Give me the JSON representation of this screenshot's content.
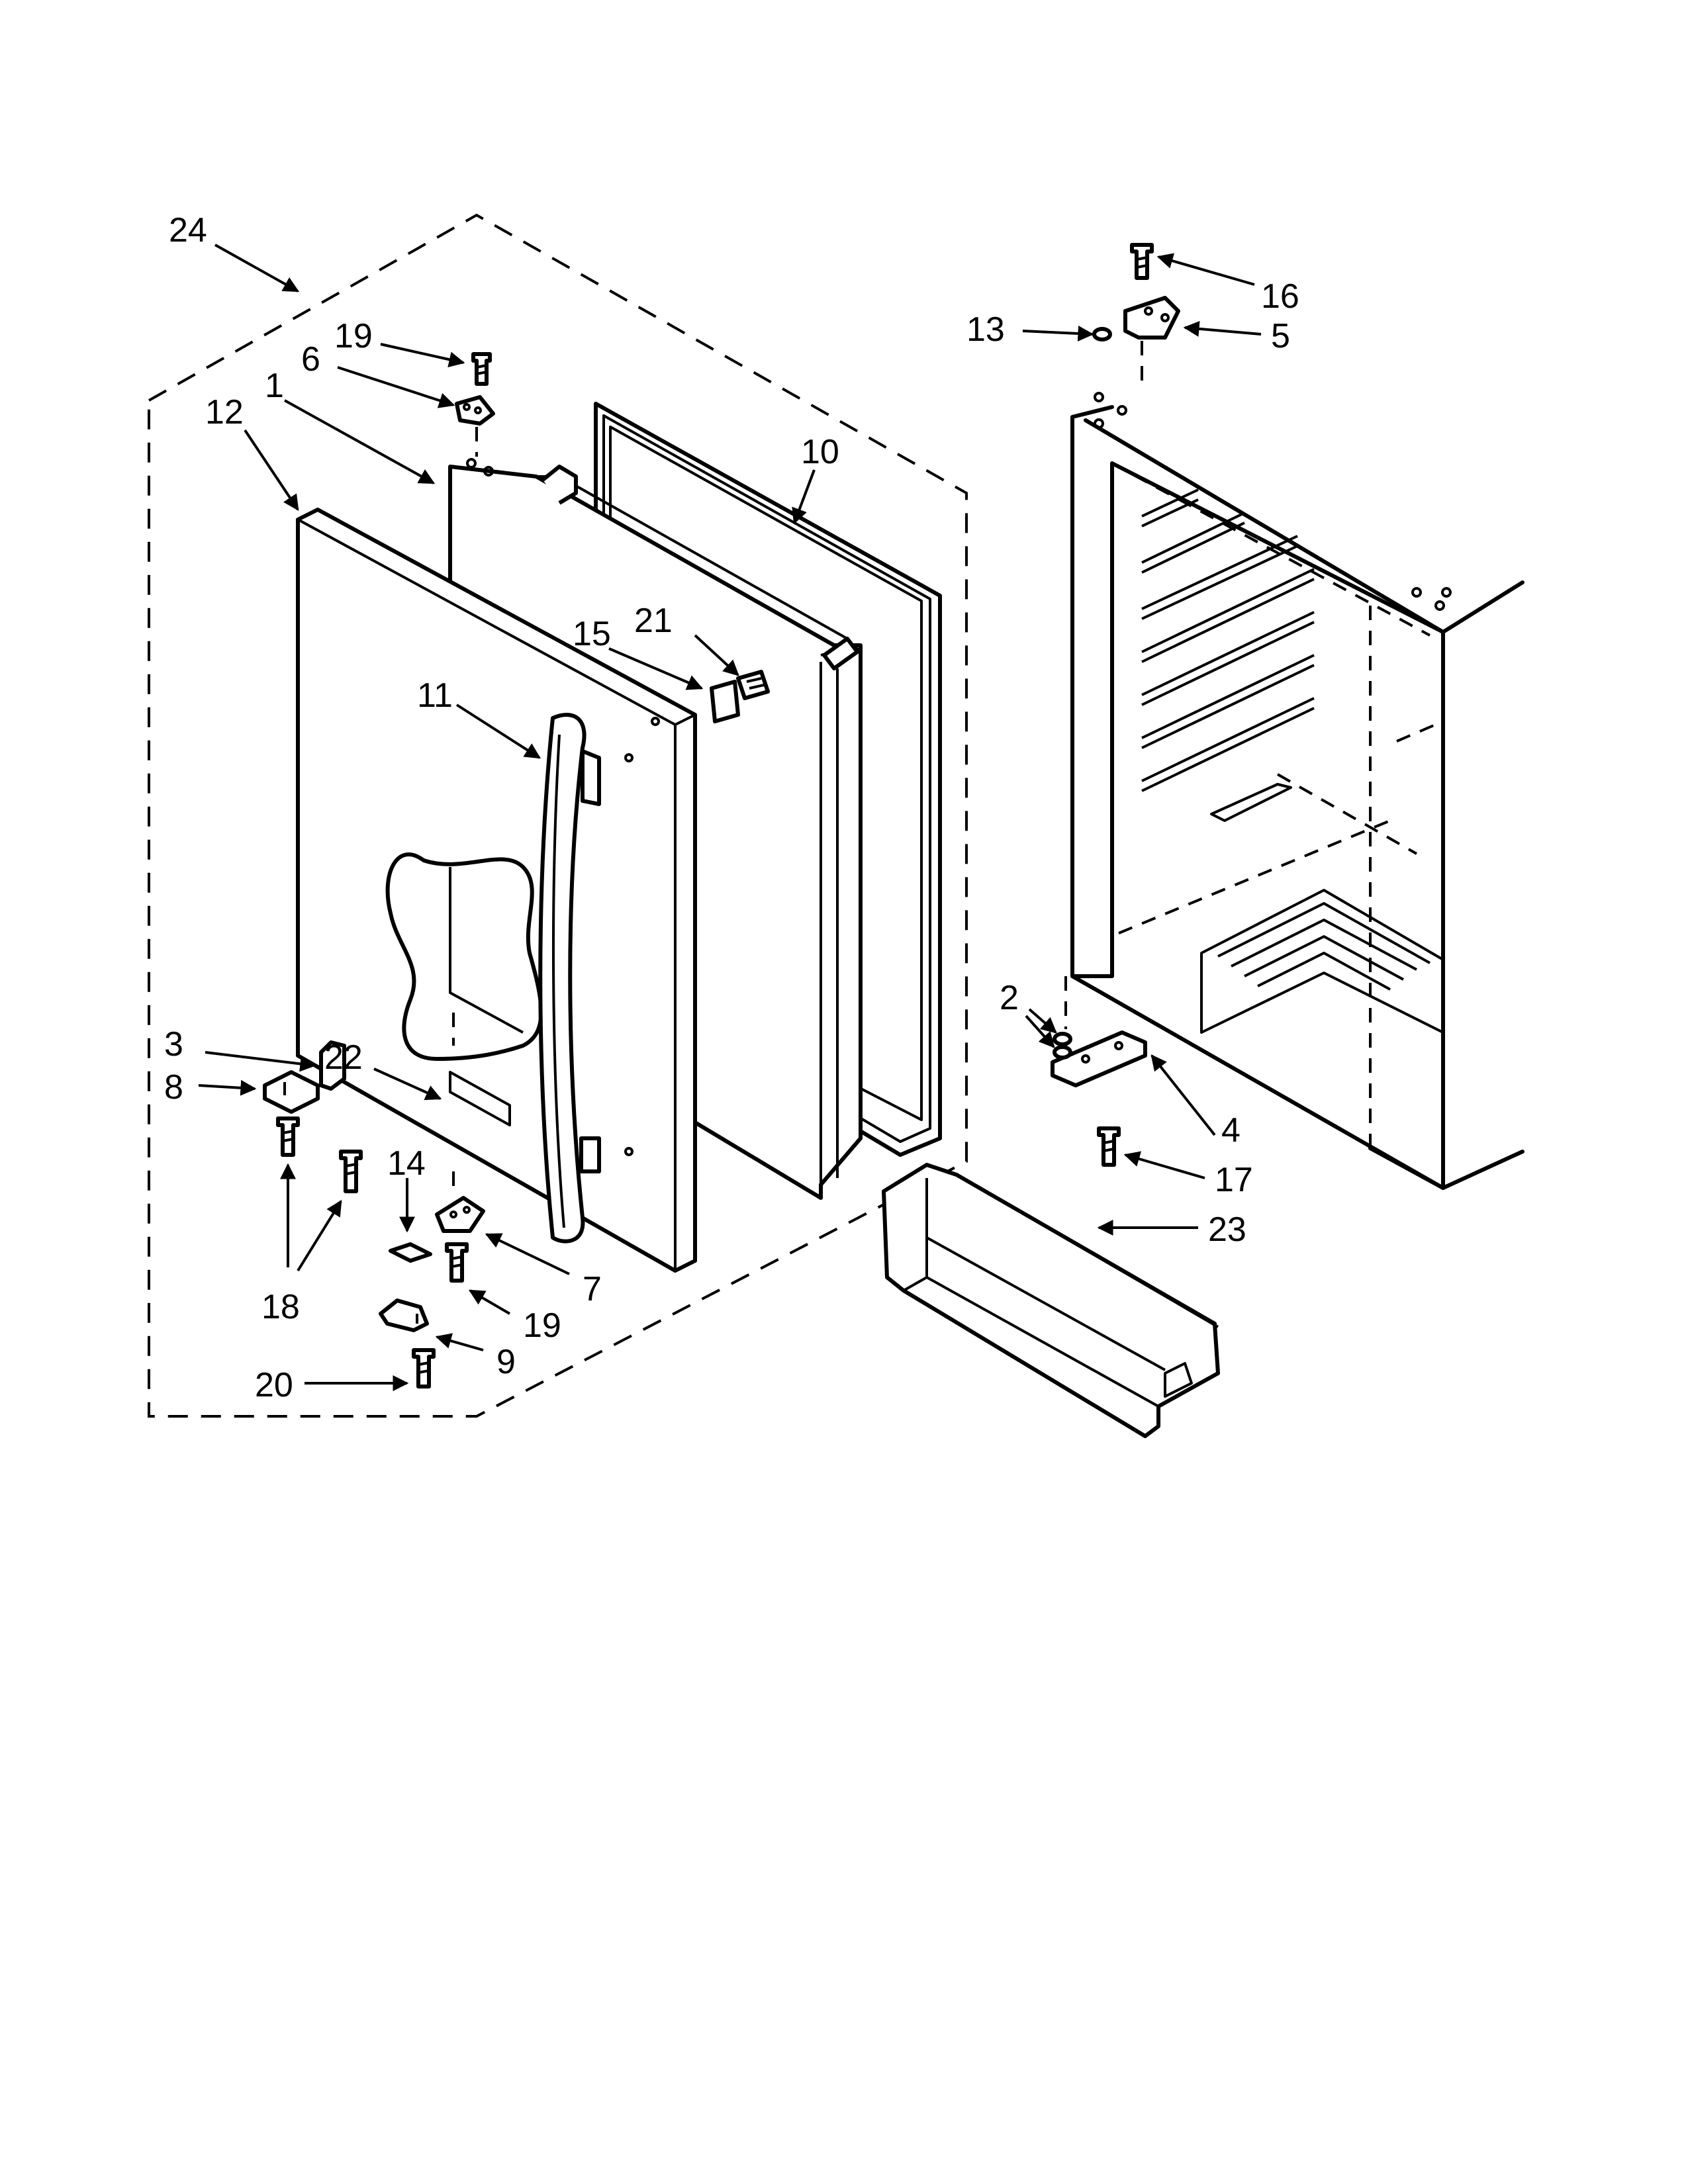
{
  "callouts": [
    {
      "id": "c24",
      "label": "24"
    },
    {
      "id": "c19a",
      "label": "19"
    },
    {
      "id": "c6",
      "label": "6"
    },
    {
      "id": "c1",
      "label": "1"
    },
    {
      "id": "c12",
      "label": "12"
    },
    {
      "id": "c10",
      "label": "10"
    },
    {
      "id": "c15",
      "label": "15"
    },
    {
      "id": "c21",
      "label": "21"
    },
    {
      "id": "c11",
      "label": "11"
    },
    {
      "id": "c22",
      "label": "22"
    },
    {
      "id": "c3",
      "label": "3"
    },
    {
      "id": "c8",
      "label": "8"
    },
    {
      "id": "c14",
      "label": "14"
    },
    {
      "id": "c18",
      "label": "18"
    },
    {
      "id": "c7",
      "label": "7"
    },
    {
      "id": "c19b",
      "label": "19"
    },
    {
      "id": "c9",
      "label": "9"
    },
    {
      "id": "c20",
      "label": "20"
    },
    {
      "id": "c16",
      "label": "16"
    },
    {
      "id": "c5",
      "label": "5"
    },
    {
      "id": "c13",
      "label": "13"
    },
    {
      "id": "c2",
      "label": "2"
    },
    {
      "id": "c4",
      "label": "4"
    },
    {
      "id": "c17",
      "label": "17"
    },
    {
      "id": "c23",
      "label": "23"
    }
  ]
}
